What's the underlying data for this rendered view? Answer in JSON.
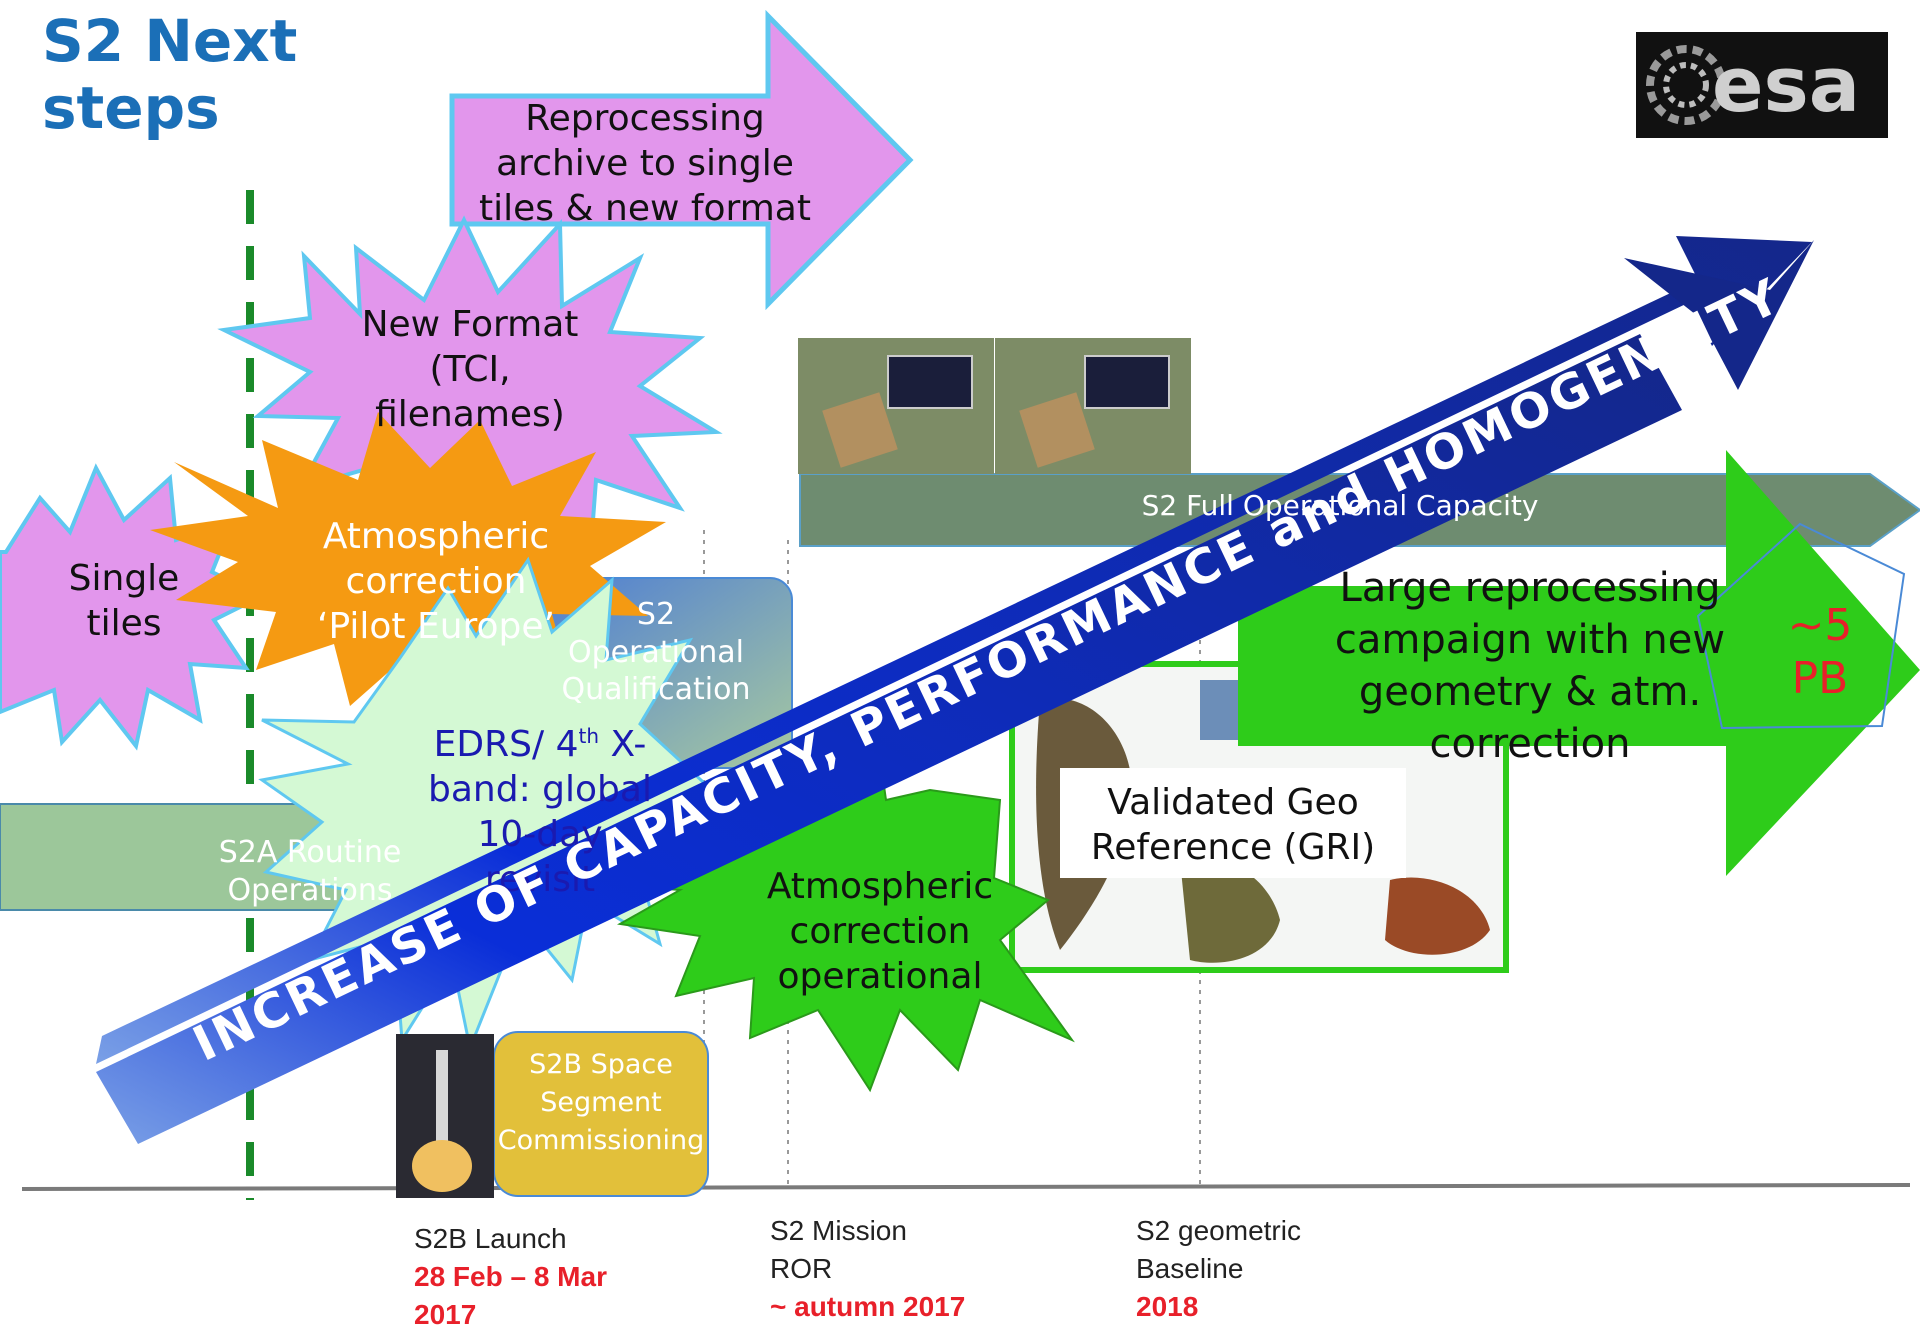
{
  "title": {
    "line1": "S2 Next",
    "line2": "steps"
  },
  "logo": {
    "text": "esa"
  },
  "reprocessing_arrow": {
    "line1": "Reprocessing",
    "line2": "archive to single",
    "line3": "tiles & new format"
  },
  "new_format_burst": {
    "line1": "New Format",
    "line2": "(TCI,",
    "line3": "filenames)"
  },
  "single_tiles_burst": {
    "line1": "Single",
    "line2": "tiles"
  },
  "atm_pilot_burst": {
    "line1": "Atmospheric",
    "line2": "correction",
    "line3": "‘Pilot Europe’"
  },
  "s2b_operational_box": {
    "line1": "S2",
    "line2": "Operational",
    "line3": "Qualification"
  },
  "edrs_burst": {
    "line1": "EDRS/ 4",
    "line1_sup": "th",
    "line1_end": " X-",
    "line2": "band: global",
    "line3": "10-day",
    "line4": "revisit"
  },
  "s2a_routine_bar": {
    "label": "S2A Routine Operations"
  },
  "full_ops_bar": {
    "label": "S2 Full Operational Capacity"
  },
  "big_diagonal_arrow": {
    "label": "INCREASE OF CAPACITY, PERFORMANCE and HOMOGENEITY"
  },
  "large_reprocessing_arrow": {
    "line1": "Large reprocessing",
    "line2": "campaign with new",
    "line3": "geometry & atm.",
    "line4": "correction"
  },
  "pentagon": {
    "line1": "~5",
    "line2": "PB"
  },
  "gri_box": {
    "line1": "Validated Geo",
    "line2": "Reference (GRI)"
  },
  "atm_operational_burst": {
    "line1": "Atmospheric",
    "line2": "correction",
    "line3": "operational"
  },
  "s2b_commissioning_box": {
    "line1": "S2B Space",
    "line2": "Segment",
    "line3": "Commissioning"
  },
  "milestones": [
    {
      "line1": "S2B Launch",
      "line2": "",
      "date": "28 Feb – 8 Mar",
      "date2": "2017"
    },
    {
      "line1": "S2 Mission",
      "line2": "ROR",
      "date": "~ autumn 2017",
      "date2": ""
    },
    {
      "line1": "S2 geometric",
      "line2": "Baseline",
      "date": "2018",
      "date2": ""
    }
  ],
  "colors": {
    "title_blue": "#1b6fb7",
    "violet": "#e296ec",
    "violet_border": "#5fc8f0",
    "orange": "#f59a12",
    "light_green": "#d4f9d4",
    "bright_green": "#2ecc1a",
    "grey_green": "#6e8c70",
    "gold": "#e2c03a",
    "navy": "#1a2a8a",
    "date_red": "#e8202a"
  }
}
